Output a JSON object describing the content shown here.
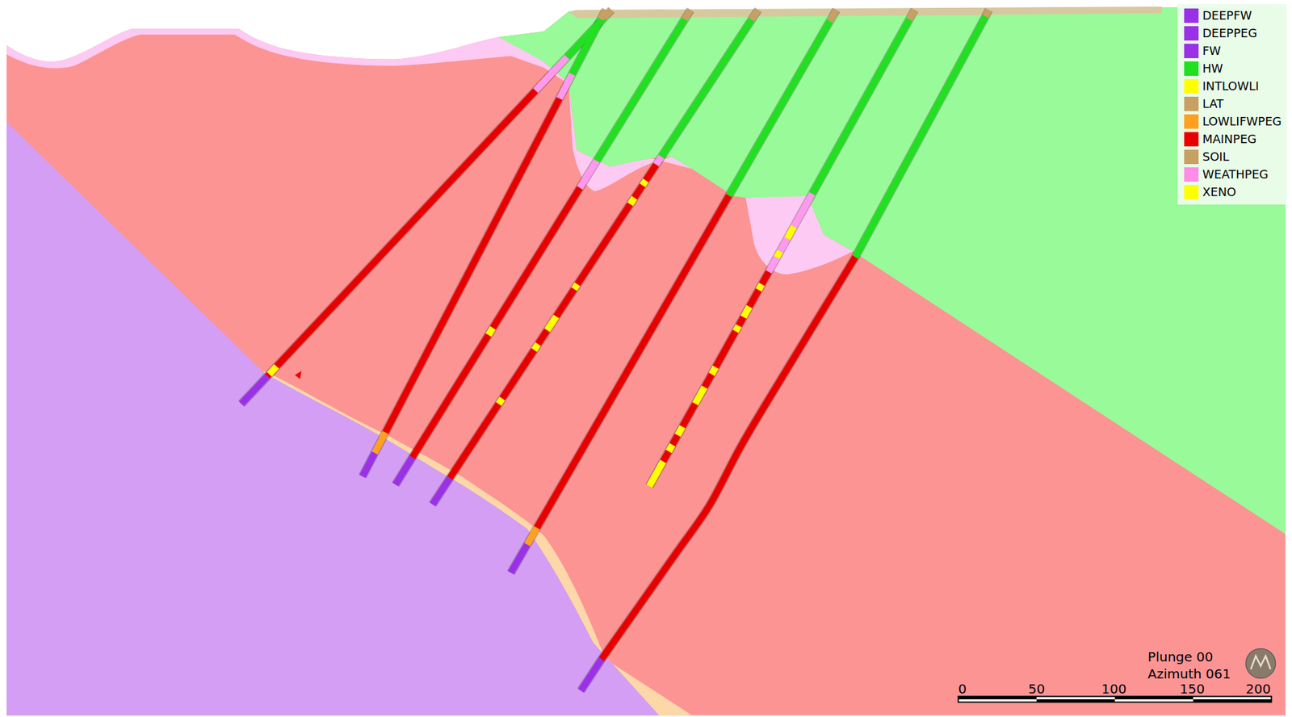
{
  "diagram": {
    "labels": [
      "Plunge 00",
      "Azimuth 061",
      "0",
      "50",
      "100",
      "150",
      "200"
    ],
    "legend": [
      {
        "text": "DEEPFW",
        "color": "#9b30e8"
      },
      {
        "text": "DEEPPEG",
        "color": "#9b30e8"
      },
      {
        "text": "FW",
        "color": "#9b30e8"
      },
      {
        "text": "HW",
        "color": "#20e020"
      },
      {
        "text": "INTLOWLI",
        "color": "#ffff00"
      },
      {
        "text": "LAT",
        "color": "#c8a064"
      },
      {
        "text": "LOWLIFWPEG",
        "color": "#ffa020"
      },
      {
        "text": "MAINPEG",
        "color": "#e80000"
      },
      {
        "text": "SOIL",
        "color": "#c8a064"
      },
      {
        "text": "WEATHPEG",
        "color": "#ff8ce8"
      },
      {
        "text": "XENO",
        "color": "#ffff00"
      }
    ]
  }
}
